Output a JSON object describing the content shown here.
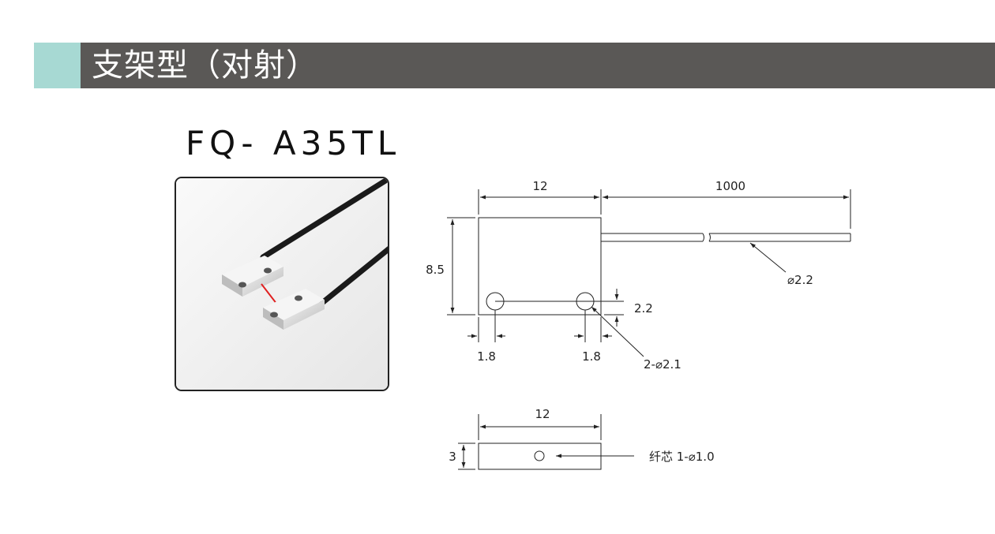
{
  "header": {
    "title": "支架型（对射）",
    "accent_color": "#a7d9d3",
    "bar_color": "#5a5856"
  },
  "product": {
    "model": "FQ- A35TL"
  },
  "drawing_front": {
    "width": "12",
    "cable_length": "1000",
    "height": "8.5",
    "hole_offset_y": "2.2",
    "hole_offset_left": "1.8",
    "hole_offset_right": "1.8",
    "holes": "2-⌀2.1",
    "cable_diameter": "⌀2.2"
  },
  "drawing_side": {
    "width": "12",
    "thickness": "3",
    "fiber_core": "纤芯 1-⌀1.0"
  }
}
